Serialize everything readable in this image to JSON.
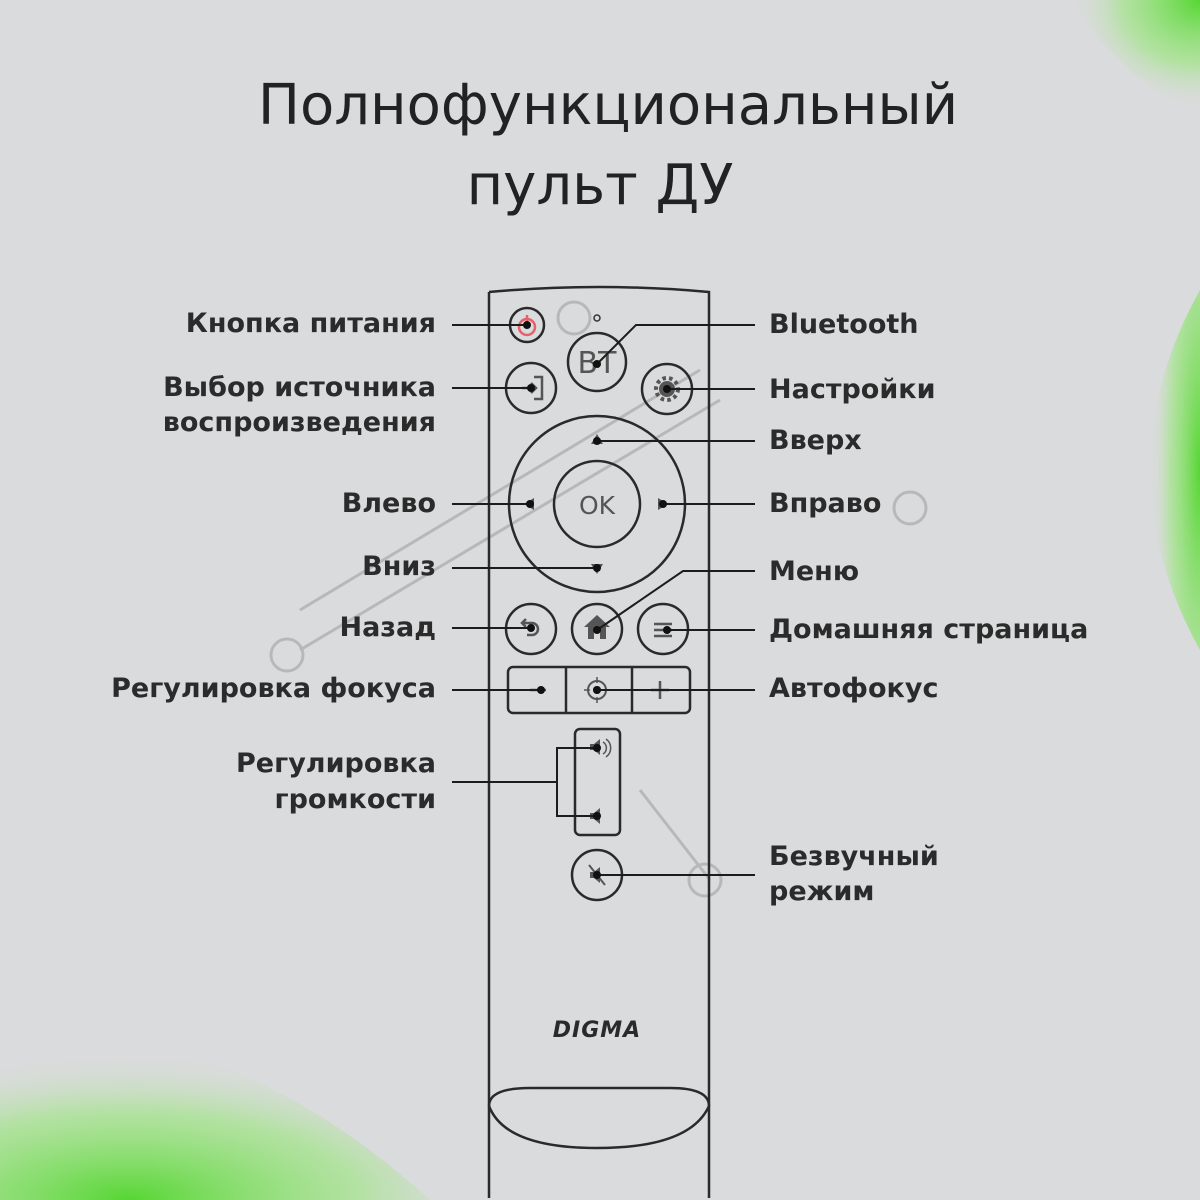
{
  "title": {
    "line1": "Полнофункциональный",
    "line2": "пульт ДУ"
  },
  "labels_left": {
    "power": "Кнопка питания",
    "source_1": "Выбор источника",
    "source_2": "воспроизведения",
    "left": "Влево",
    "down": "Вниз",
    "back": "Назад",
    "focus": "Регулировка фокуса",
    "volume_1": "Регулировка",
    "volume_2": "громкости"
  },
  "labels_right": {
    "bluetooth": "Bluetooth",
    "settings": "Настройки",
    "up": "Вверх",
    "right": "Вправо",
    "menu": "Меню",
    "home": "Домашняя страница",
    "autofocus": "Автофокус",
    "mute_1": "Безвучный",
    "mute_2": "режим"
  },
  "remote": {
    "bt_label": "BT",
    "ok_label": "OK",
    "brand": "DIGMA"
  },
  "colors": {
    "background": "#dadbdc",
    "accent_green": "#5fd83a",
    "power_red": "#e8606a"
  }
}
